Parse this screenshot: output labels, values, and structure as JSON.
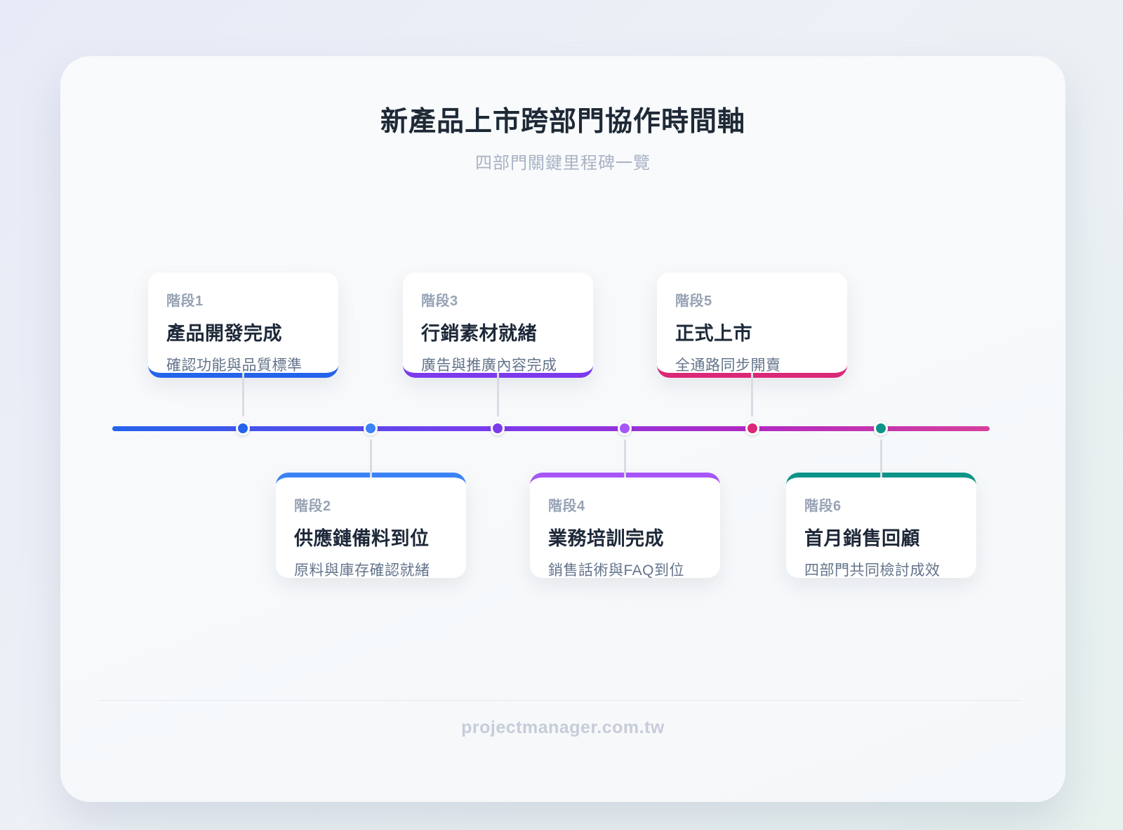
{
  "page": {
    "title": "新產品上市跨部門協作時間軸",
    "subtitle": "四部門關鍵里程碑一覽",
    "footer": "projectmanager.com.tw"
  },
  "timeline": {
    "gradient": [
      "#2563eb",
      "#7c3aed 44%",
      "#b028c4 72%",
      "#d6409b"
    ],
    "stages": [
      {
        "label": "階段1",
        "title": "產品開發完成",
        "desc": "確認功能與品質標準",
        "color": "#2563eb",
        "position": "above"
      },
      {
        "label": "階段2",
        "title": "供應鏈備料到位",
        "desc": "原料與庫存確認就緒",
        "color": "#3b82f6",
        "position": "below"
      },
      {
        "label": "階段3",
        "title": "行銷素材就緒",
        "desc": "廣告與推廣內容完成",
        "color": "#7c3aed",
        "position": "above"
      },
      {
        "label": "階段4",
        "title": "業務培訓完成",
        "desc": "銷售話術與FAQ到位",
        "color": "#a855f7",
        "position": "below"
      },
      {
        "label": "階段5",
        "title": "正式上市",
        "desc": "全通路同步開賣",
        "color": "#db2777",
        "position": "above"
      },
      {
        "label": "階段6",
        "title": "首月銷售回顧",
        "desc": "四部門共同檢討成效",
        "color": "#0d9488",
        "position": "below"
      }
    ]
  }
}
